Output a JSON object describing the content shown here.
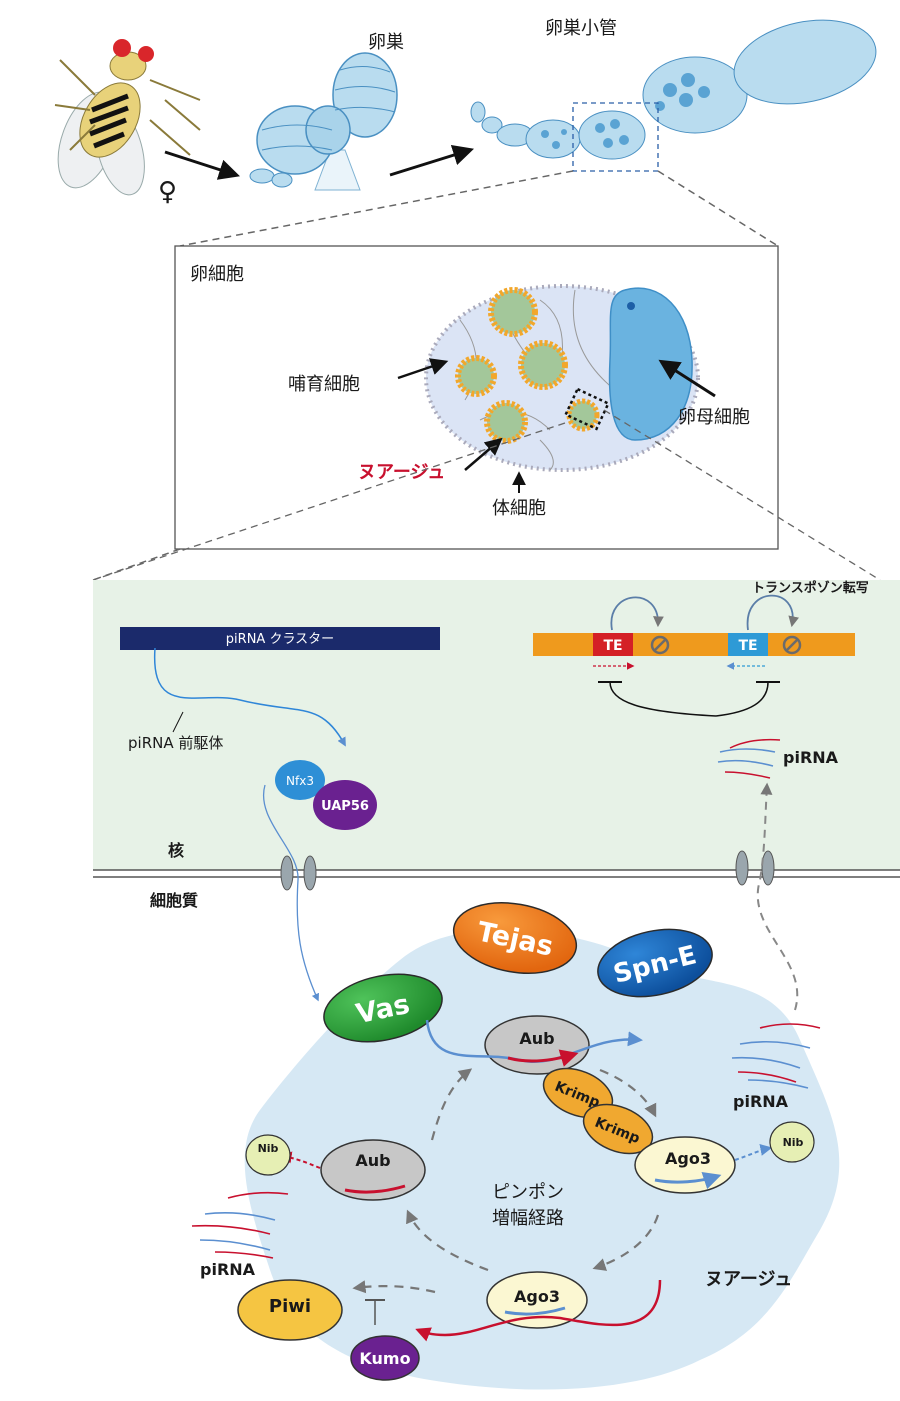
{
  "top": {
    "female_symbol": "♀",
    "ovary_label": "卵巣",
    "ovariole_label": "卵巣小管"
  },
  "egg": {
    "box_title": "卵細胞",
    "nurse_cell": "哺育細胞",
    "oocyte": "卵母細胞",
    "nuage": "ヌアージュ",
    "follicle": "体細胞"
  },
  "nucleus": {
    "cluster_label": "piRNA クラスター",
    "precursor_label": "piRNA 前駆体",
    "nfx3": "Nfx3",
    "uap56": "UAP56",
    "nucleus_label": "核",
    "cytoplasm_label": "細胞質",
    "transcription_label": "トランスポゾン転写",
    "te_label_1": "TE",
    "te_label_2": "TE",
    "pirna_label": "piRNA"
  },
  "nuage_detail": {
    "tejas": "Tejas",
    "spne": "Spn-E",
    "vas": "Vas",
    "aub_top": "Aub",
    "krimp_1": "Krimp",
    "krimp_2": "Krimp",
    "ago3_right": "Ago3",
    "nib_right": "Nib",
    "nib_left": "Nib",
    "aub_left": "Aub",
    "pingpong_line1": "ピンポン",
    "pingpong_line2": "増幅経路",
    "ago3_bottom": "Ago3",
    "piwi": "Piwi",
    "kumo": "Kumo",
    "pirna_right": "piRNA",
    "pirna_left": "piRNA",
    "nuage_label": "ヌアージュ"
  },
  "colors": {
    "ovary_blue": "#b9dcef",
    "nucleus_bg": "#e7f2e7",
    "nuage_bg": "#d6e8f4",
    "red": "#c8102e",
    "te_bar": "#ef9a1d"
  }
}
